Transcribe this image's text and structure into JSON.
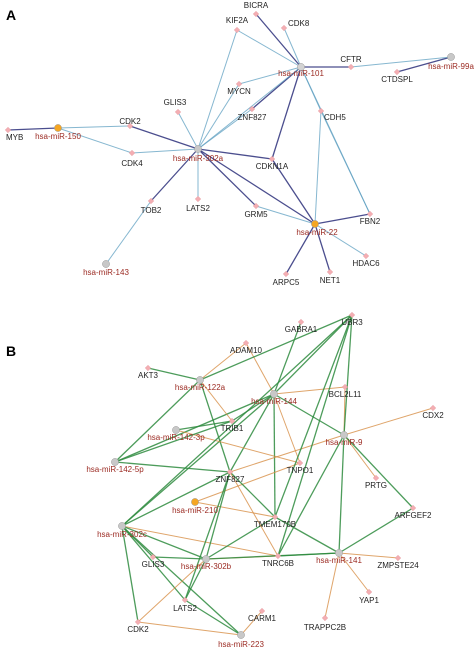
{
  "panels": [
    {
      "id": "A",
      "label": "A",
      "colors": {
        "edge_primary": "#2c2f7a",
        "edge_secondary": "#5d9fc0"
      },
      "nodes": [
        {
          "id": "BICRA",
          "label": "BICRA",
          "kind": "gene"
        },
        {
          "id": "KIF2A",
          "label": "KIF2A",
          "kind": "gene"
        },
        {
          "id": "CDK8",
          "label": "CDK8",
          "kind": "gene"
        },
        {
          "id": "hsa-miR-101",
          "label": "hsa-miR-101",
          "kind": "mirna",
          "color": "#d3d3d3"
        },
        {
          "id": "CFTR",
          "label": "CFTR",
          "kind": "gene"
        },
        {
          "id": "CTDSPL",
          "label": "CTDSPL",
          "kind": "gene"
        },
        {
          "id": "hsa-miR-99a",
          "label": "hsa-miR-99a",
          "kind": "mirna",
          "color": "#c8c8c8"
        },
        {
          "id": "MYCN",
          "label": "MYCN",
          "kind": "gene"
        },
        {
          "id": "GLIS3",
          "label": "GLIS3",
          "kind": "gene"
        },
        {
          "id": "ZNF827",
          "label": "ZNF827",
          "kind": "gene"
        },
        {
          "id": "CDH5",
          "label": "CDH5",
          "kind": "gene"
        },
        {
          "id": "MYB",
          "label": "MYB",
          "kind": "gene"
        },
        {
          "id": "hsa-miR-150",
          "label": "hsa-miR-150",
          "kind": "mirna",
          "color": "#f5a623"
        },
        {
          "id": "CDK2",
          "label": "CDK2",
          "kind": "gene"
        },
        {
          "id": "CDK4",
          "label": "CDK4",
          "kind": "gene"
        },
        {
          "id": "hsa-miR-302a",
          "label": "hsa-miR-302a",
          "kind": "mirna",
          "color": "#c8c8c8"
        },
        {
          "id": "CDKN1A",
          "label": "CDKN1A",
          "kind": "gene"
        },
        {
          "id": "LATS2",
          "label": "LATS2",
          "kind": "gene"
        },
        {
          "id": "TOB2",
          "label": "TOB2",
          "kind": "gene"
        },
        {
          "id": "GRM5",
          "label": "GRM5",
          "kind": "gene"
        },
        {
          "id": "FBN2",
          "label": "FBN2",
          "kind": "gene"
        },
        {
          "id": "hsa-miR-22",
          "label": "hsa-miR-22",
          "kind": "mirna",
          "color": "#f5a623"
        },
        {
          "id": "HDAC6",
          "label": "HDAC6",
          "kind": "gene"
        },
        {
          "id": "ARPC5",
          "label": "ARPC5",
          "kind": "gene"
        },
        {
          "id": "NET1",
          "label": "NET1",
          "kind": "gene"
        },
        {
          "id": "hsa-miR-143",
          "label": "hsa-miR-143",
          "kind": "mirna",
          "color": "#c8c8c8"
        }
      ],
      "edges": [
        [
          "hsa-miR-101",
          "BICRA",
          "primary"
        ],
        [
          "hsa-miR-101",
          "KIF2A",
          "secondary"
        ],
        [
          "hsa-miR-101",
          "CDK8",
          "secondary"
        ],
        [
          "hsa-miR-101",
          "CFTR",
          "primary"
        ],
        [
          "hsa-miR-101",
          "MYCN",
          "secondary"
        ],
        [
          "hsa-miR-101",
          "ZNF827",
          "primary"
        ],
        [
          "hsa-miR-101",
          "CDH5",
          "secondary"
        ],
        [
          "hsa-miR-101",
          "CDKN1A",
          "primary"
        ],
        [
          "hsa-miR-101",
          "FBN2",
          "secondary"
        ],
        [
          "hsa-miR-101",
          "hsa-miR-302a",
          "secondary"
        ],
        [
          "hsa-miR-99a",
          "CTDSPL",
          "primary"
        ],
        [
          "hsa-miR-99a",
          "CFTR",
          "secondary"
        ],
        [
          "hsa-miR-150",
          "MYB",
          "primary"
        ],
        [
          "hsa-miR-150",
          "CDK2",
          "secondary"
        ],
        [
          "hsa-miR-150",
          "CDK4",
          "secondary"
        ],
        [
          "hsa-miR-302a",
          "CDK2",
          "primary"
        ],
        [
          "hsa-miR-302a",
          "CDK4",
          "secondary"
        ],
        [
          "hsa-miR-302a",
          "GLIS3",
          "secondary"
        ],
        [
          "hsa-miR-302a",
          "MYCN",
          "secondary"
        ],
        [
          "hsa-miR-302a",
          "ZNF827",
          "secondary"
        ],
        [
          "hsa-miR-302a",
          "KIF2A",
          "secondary"
        ],
        [
          "hsa-miR-302a",
          "CDKN1A",
          "primary"
        ],
        [
          "hsa-miR-302a",
          "LATS2",
          "secondary"
        ],
        [
          "hsa-miR-302a",
          "TOB2",
          "primary"
        ],
        [
          "hsa-miR-302a",
          "GRM5",
          "primary"
        ],
        [
          "hsa-miR-302a",
          "hsa-miR-22",
          "primary"
        ],
        [
          "hsa-miR-143",
          "TOB2",
          "secondary"
        ],
        [
          "hsa-miR-22",
          "CDKN1A",
          "primary"
        ],
        [
          "hsa-miR-22",
          "GRM5",
          "secondary"
        ],
        [
          "hsa-miR-22",
          "FBN2",
          "primary"
        ],
        [
          "hsa-miR-22",
          "HDAC6",
          "secondary"
        ],
        [
          "hsa-miR-22",
          "ARPC5",
          "primary"
        ],
        [
          "hsa-miR-22",
          "NET1",
          "primary"
        ],
        [
          "hsa-miR-22",
          "CDH5",
          "secondary"
        ],
        [
          "CDH5",
          "FBN2",
          "secondary"
        ]
      ]
    },
    {
      "id": "B",
      "label": "B",
      "colors": {
        "edge_primary": "#2e8b3e",
        "edge_secondary": "#d4873a"
      },
      "nodes": [
        {
          "id": "GABRA1",
          "label": "GABRA1",
          "kind": "gene"
        },
        {
          "id": "UBR3",
          "label": "UBR3",
          "kind": "gene"
        },
        {
          "id": "ADAM10",
          "label": "ADAM10",
          "kind": "gene"
        },
        {
          "id": "AKT3",
          "label": "AKT3",
          "kind": "gene"
        },
        {
          "id": "hsa-miR-122a",
          "label": "hsa-miR-122a",
          "kind": "mirna",
          "color": "#c8c8c8"
        },
        {
          "id": "hsa-miR-144",
          "label": "hsa-miR-144",
          "kind": "mirna",
          "color": "#c8c8c8"
        },
        {
          "id": "BCL2L11",
          "label": "BCL2L11",
          "kind": "gene"
        },
        {
          "id": "CDX2",
          "label": "CDX2",
          "kind": "gene"
        },
        {
          "id": "TRIB1",
          "label": "TRIB1",
          "kind": "gene"
        },
        {
          "id": "hsa-miR-142-3p",
          "label": "hsa-miR-142-3p",
          "kind": "mirna",
          "color": "#c8c8c8"
        },
        {
          "id": "hsa-miR-9",
          "label": "hsa-miR-9",
          "kind": "mirna",
          "color": "#c8c8c8"
        },
        {
          "id": "hsa-miR-142-5p",
          "label": "hsa-miR-142-5p",
          "kind": "mirna",
          "color": "#c8c8c8"
        },
        {
          "id": "TNPO1",
          "label": "TNPO1",
          "kind": "gene"
        },
        {
          "id": "ZNF827",
          "label": "ZNF827",
          "kind": "gene"
        },
        {
          "id": "PRTG",
          "label": "PRTG",
          "kind": "gene"
        },
        {
          "id": "ARFGEF2",
          "label": "ARFGEF2",
          "kind": "gene"
        },
        {
          "id": "hsa-miR-210",
          "label": "hsa-miR-210",
          "kind": "mirna",
          "color": "#f5a623"
        },
        {
          "id": "TMEM170B",
          "label": "TMEM170B",
          "kind": "gene"
        },
        {
          "id": "hsa-miR-302c",
          "label": "hsa-miR-302c",
          "kind": "mirna",
          "color": "#c8c8c8"
        },
        {
          "id": "TNRC6B",
          "label": "TNRC6B",
          "kind": "gene"
        },
        {
          "id": "hsa-miR-141",
          "label": "hsa-miR-141",
          "kind": "mirna",
          "color": "#c8c8c8"
        },
        {
          "id": "ZMPSTE24",
          "label": "ZMPSTE24",
          "kind": "gene"
        },
        {
          "id": "GLIS3",
          "label": "GLIS3",
          "kind": "gene"
        },
        {
          "id": "hsa-miR-302b",
          "label": "hsa-miR-302b",
          "kind": "mirna",
          "color": "#c8c8c8"
        },
        {
          "id": "YAP1",
          "label": "YAP1",
          "kind": "gene"
        },
        {
          "id": "LATS2",
          "label": "LATS2",
          "kind": "gene"
        },
        {
          "id": "CARM1",
          "label": "CARM1",
          "kind": "gene"
        },
        {
          "id": "TRAPPC2B",
          "label": "TRAPPC2B",
          "kind": "gene"
        },
        {
          "id": "CDK2",
          "label": "CDK2",
          "kind": "gene"
        },
        {
          "id": "hsa-miR-223",
          "label": "hsa-miR-223",
          "kind": "mirna",
          "color": "#c8c8c8"
        }
      ],
      "edges": [
        [
          "hsa-miR-144",
          "GABRA1",
          "primary"
        ],
        [
          "hsa-miR-144",
          "UBR3",
          "primary"
        ],
        [
          "hsa-miR-144",
          "ADAM10",
          "secondary"
        ],
        [
          "hsa-miR-144",
          "BCL2L11",
          "secondary"
        ],
        [
          "hsa-miR-144",
          "TRIB1",
          "primary"
        ],
        [
          "hsa-miR-144",
          "ZNF827",
          "primary"
        ],
        [
          "hsa-miR-144",
          "TMEM170B",
          "primary"
        ],
        [
          "hsa-miR-144",
          "TNPO1",
          "secondary"
        ],
        [
          "hsa-miR-144",
          "hsa-miR-142-5p",
          "primary"
        ],
        [
          "hsa-miR-144",
          "hsa-miR-302c",
          "primary"
        ],
        [
          "hsa-miR-144",
          "hsa-miR-9",
          "primary"
        ],
        [
          "hsa-miR-122a",
          "AKT3",
          "primary"
        ],
        [
          "hsa-miR-122a",
          "ADAM10",
          "secondary"
        ],
        [
          "hsa-miR-122a",
          "TRIB1",
          "secondary"
        ],
        [
          "hsa-miR-122a",
          "ZNF827",
          "primary"
        ],
        [
          "hsa-miR-122a",
          "UBR3",
          "primary"
        ],
        [
          "hsa-miR-122a",
          "hsa-miR-142-5p",
          "primary"
        ],
        [
          "hsa-miR-142-3p",
          "TRIB1",
          "primary"
        ],
        [
          "hsa-miR-142-3p",
          "TNPO1",
          "secondary"
        ],
        [
          "hsa-miR-9",
          "CDX2",
          "secondary"
        ],
        [
          "hsa-miR-9",
          "BCL2L11",
          "secondary"
        ],
        [
          "hsa-miR-9",
          "PRTG",
          "secondary"
        ],
        [
          "hsa-miR-9",
          "ARFGEF2",
          "primary"
        ],
        [
          "hsa-miR-9",
          "TNRC6B",
          "primary"
        ],
        [
          "hsa-miR-9",
          "hsa-miR-141",
          "primary"
        ],
        [
          "hsa-miR-9",
          "ZNF827",
          "secondary"
        ],
        [
          "hsa-miR-9",
          "UBR3",
          "primary"
        ],
        [
          "hsa-miR-142-5p",
          "ZNF827",
          "primary"
        ],
        [
          "hsa-miR-142-5p",
          "TRIB1",
          "primary"
        ],
        [
          "hsa-miR-302c",
          "ZNF827",
          "primary"
        ],
        [
          "hsa-miR-302c",
          "GLIS3",
          "primary"
        ],
        [
          "hsa-miR-302c",
          "TNRC6B",
          "secondary"
        ],
        [
          "hsa-miR-302c",
          "hsa-miR-302b",
          "primary"
        ],
        [
          "hsa-miR-302c",
          "CDK2",
          "primary"
        ],
        [
          "hsa-miR-302c",
          "LATS2",
          "primary"
        ],
        [
          "hsa-miR-302c",
          "hsa-miR-223",
          "primary"
        ],
        [
          "hsa-miR-302c",
          "UBR3",
          "primary"
        ],
        [
          "hsa-miR-210",
          "TMEM170B",
          "secondary"
        ],
        [
          "hsa-miR-210",
          "TNPO1",
          "secondary"
        ],
        [
          "hsa-miR-302b",
          "GLIS3",
          "primary"
        ],
        [
          "hsa-miR-302b",
          "TMEM170B",
          "primary"
        ],
        [
          "hsa-miR-302b",
          "TNRC6B",
          "secondary"
        ],
        [
          "hsa-miR-302b",
          "LATS2",
          "primary"
        ],
        [
          "hsa-miR-302b",
          "CDK2",
          "secondary"
        ],
        [
          "hsa-miR-302b",
          "ZNF827",
          "primary"
        ],
        [
          "hsa-miR-302b",
          "hsa-miR-141",
          "primary"
        ],
        [
          "hsa-miR-141",
          "ZMPSTE24",
          "secondary"
        ],
        [
          "hsa-miR-141",
          "YAP1",
          "secondary"
        ],
        [
          "hsa-miR-141",
          "TRAPPC2B",
          "secondary"
        ],
        [
          "hsa-miR-141",
          "TNRC6B",
          "primary"
        ],
        [
          "hsa-miR-141",
          "ARFGEF2",
          "primary"
        ],
        [
          "hsa-miR-141",
          "TMEM170B",
          "primary"
        ],
        [
          "hsa-miR-223",
          "CARM1",
          "secondary"
        ],
        [
          "hsa-miR-223",
          "LATS2",
          "primary"
        ],
        [
          "hsa-miR-223",
          "CDK2",
          "secondary"
        ],
        [
          "TMEM170B",
          "UBR3",
          "primary"
        ],
        [
          "TNRC6B",
          "UBR3",
          "primary"
        ],
        [
          "ZNF827",
          "TMEM170B",
          "primary"
        ],
        [
          "TNRC6B",
          "ZNF827",
          "secondary"
        ],
        [
          "LATS2",
          "ZNF827",
          "primary"
        ]
      ]
    }
  ]
}
